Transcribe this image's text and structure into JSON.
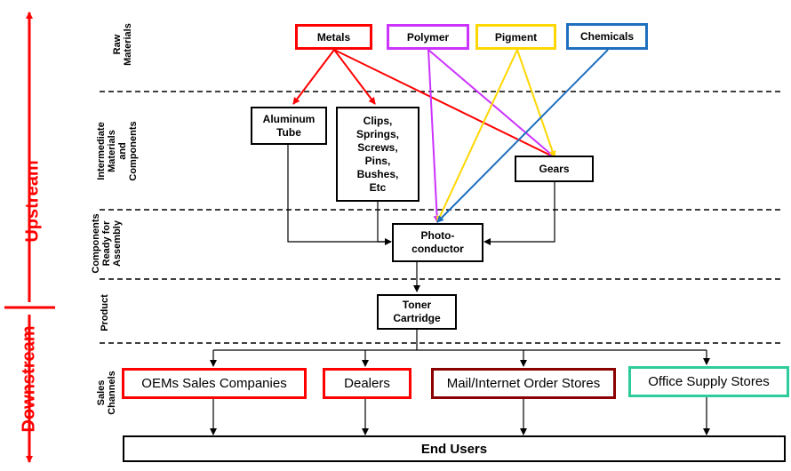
{
  "flow": {
    "upstream": "Upstream",
    "downstream": "Downstream"
  },
  "sections": {
    "raw": "Raw\nMaterials",
    "intermediate": "Intermediate\nMaterials\nand\nComponents",
    "ready": "Components\nReady for\nAssembly",
    "product": "Product",
    "channels": "Sales\nChannels"
  },
  "raw_materials": {
    "metals": "Metals",
    "polymer": "Polymer",
    "pigment": "Pigment",
    "chemicals": "Chemicals"
  },
  "intermediate": {
    "aluminum_tube": "Aluminum\nTube",
    "clips": "Clips,\nSprings,\nScrews,\nPins,\nBushes,\nEtc",
    "gears": "Gears"
  },
  "ready": {
    "photoconductor": "Photo-\nconductor"
  },
  "product": {
    "toner_cartridge": "Toner\nCartridge"
  },
  "channels": {
    "oems": "OEMs Sales Companies",
    "dealers": "Dealers",
    "mail": "Mail/Internet Order Stores",
    "office": "Office Supply Stores"
  },
  "end_users": "End Users",
  "colors": {
    "metals": "#ff0000",
    "polymer": "#cc33ff",
    "pigment": "#ffd700",
    "chemicals": "#1f6fbf",
    "oems": "#ff0000",
    "dealers": "#ff0000",
    "mail": "#8b0000",
    "office": "#2ecc9a",
    "flow": "#ff0000"
  }
}
